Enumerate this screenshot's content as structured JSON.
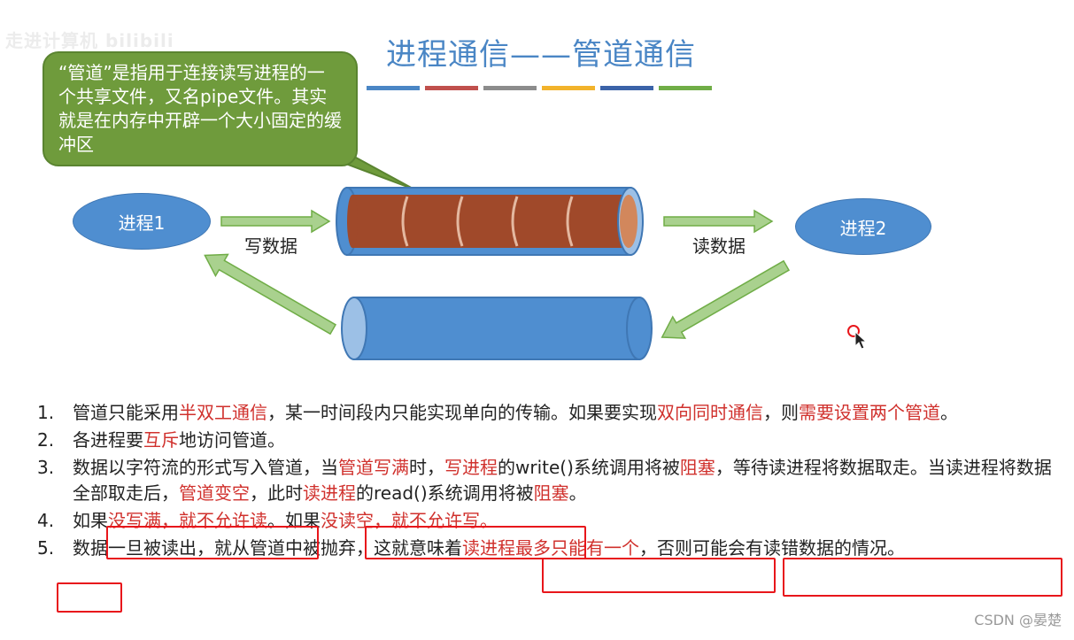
{
  "watermark": "走进计算机 bilibili",
  "title": "进程通信——管道通信",
  "accent_colors": [
    "#4a86c5",
    "#c0504d",
    "#8c8c8c",
    "#f2b32b",
    "#3b63a8",
    "#70ad47"
  ],
  "callout": {
    "text": "“管道”是指用于连接读写进程的一个共享文件，又名pipe文件。其实就是在内存中开辟一个大小固定的缓冲区"
  },
  "diagram": {
    "process1": "进程1",
    "process2": "进程2",
    "write_label": "写数据",
    "read_label": "读数据"
  },
  "items": [
    {
      "num": "1.",
      "parts": [
        {
          "t": "管道只能采用"
        },
        {
          "t": "半双工通信",
          "red": true
        },
        {
          "t": "，某一时间段内只能实现单向的传输。如果要实现"
        },
        {
          "t": "双向同时通信",
          "red": true
        },
        {
          "t": "，则"
        },
        {
          "t": "需要设置两个管道",
          "red": true
        },
        {
          "t": "。"
        }
      ]
    },
    {
      "num": "2.",
      "parts": [
        {
          "t": "各进程要"
        },
        {
          "t": "互斥",
          "red": true
        },
        {
          "t": "地访问管道。"
        }
      ]
    },
    {
      "num": "3.",
      "parts": [
        {
          "t": "数据以字符流的形式写入管道，当"
        },
        {
          "t": "管道写满",
          "red": true
        },
        {
          "t": "时，"
        },
        {
          "t": "写进程",
          "red": true
        },
        {
          "t": "的write()系统调用将被"
        },
        {
          "t": "阻塞",
          "red": true
        },
        {
          "t": "，等待读进程将数据取走。当读进程将数据全部取走后，"
        },
        {
          "t": "管道变空",
          "red": true
        },
        {
          "t": "，此时"
        },
        {
          "t": "读进程",
          "red": true
        },
        {
          "t": "的read()系统调用将被"
        },
        {
          "t": "阻塞",
          "red": true
        },
        {
          "t": "。"
        }
      ]
    },
    {
      "num": "4.",
      "parts": [
        {
          "t": "如果"
        },
        {
          "t": "没写满，就不允许读",
          "red": true
        },
        {
          "t": "。如果"
        },
        {
          "t": "没读空，就不允许写",
          "red": true
        },
        {
          "t": "。",
          "red": true
        }
      ]
    },
    {
      "num": "5.",
      "parts": [
        {
          "t": "数据一旦被读出，就从管道中被抛弃，这就意味着"
        },
        {
          "t": "读进程最多只能有一个",
          "red": true
        },
        {
          "t": "，否则可能会有读错数据的情况。"
        }
      ]
    }
  ],
  "footer": "CSDN @晏楚"
}
